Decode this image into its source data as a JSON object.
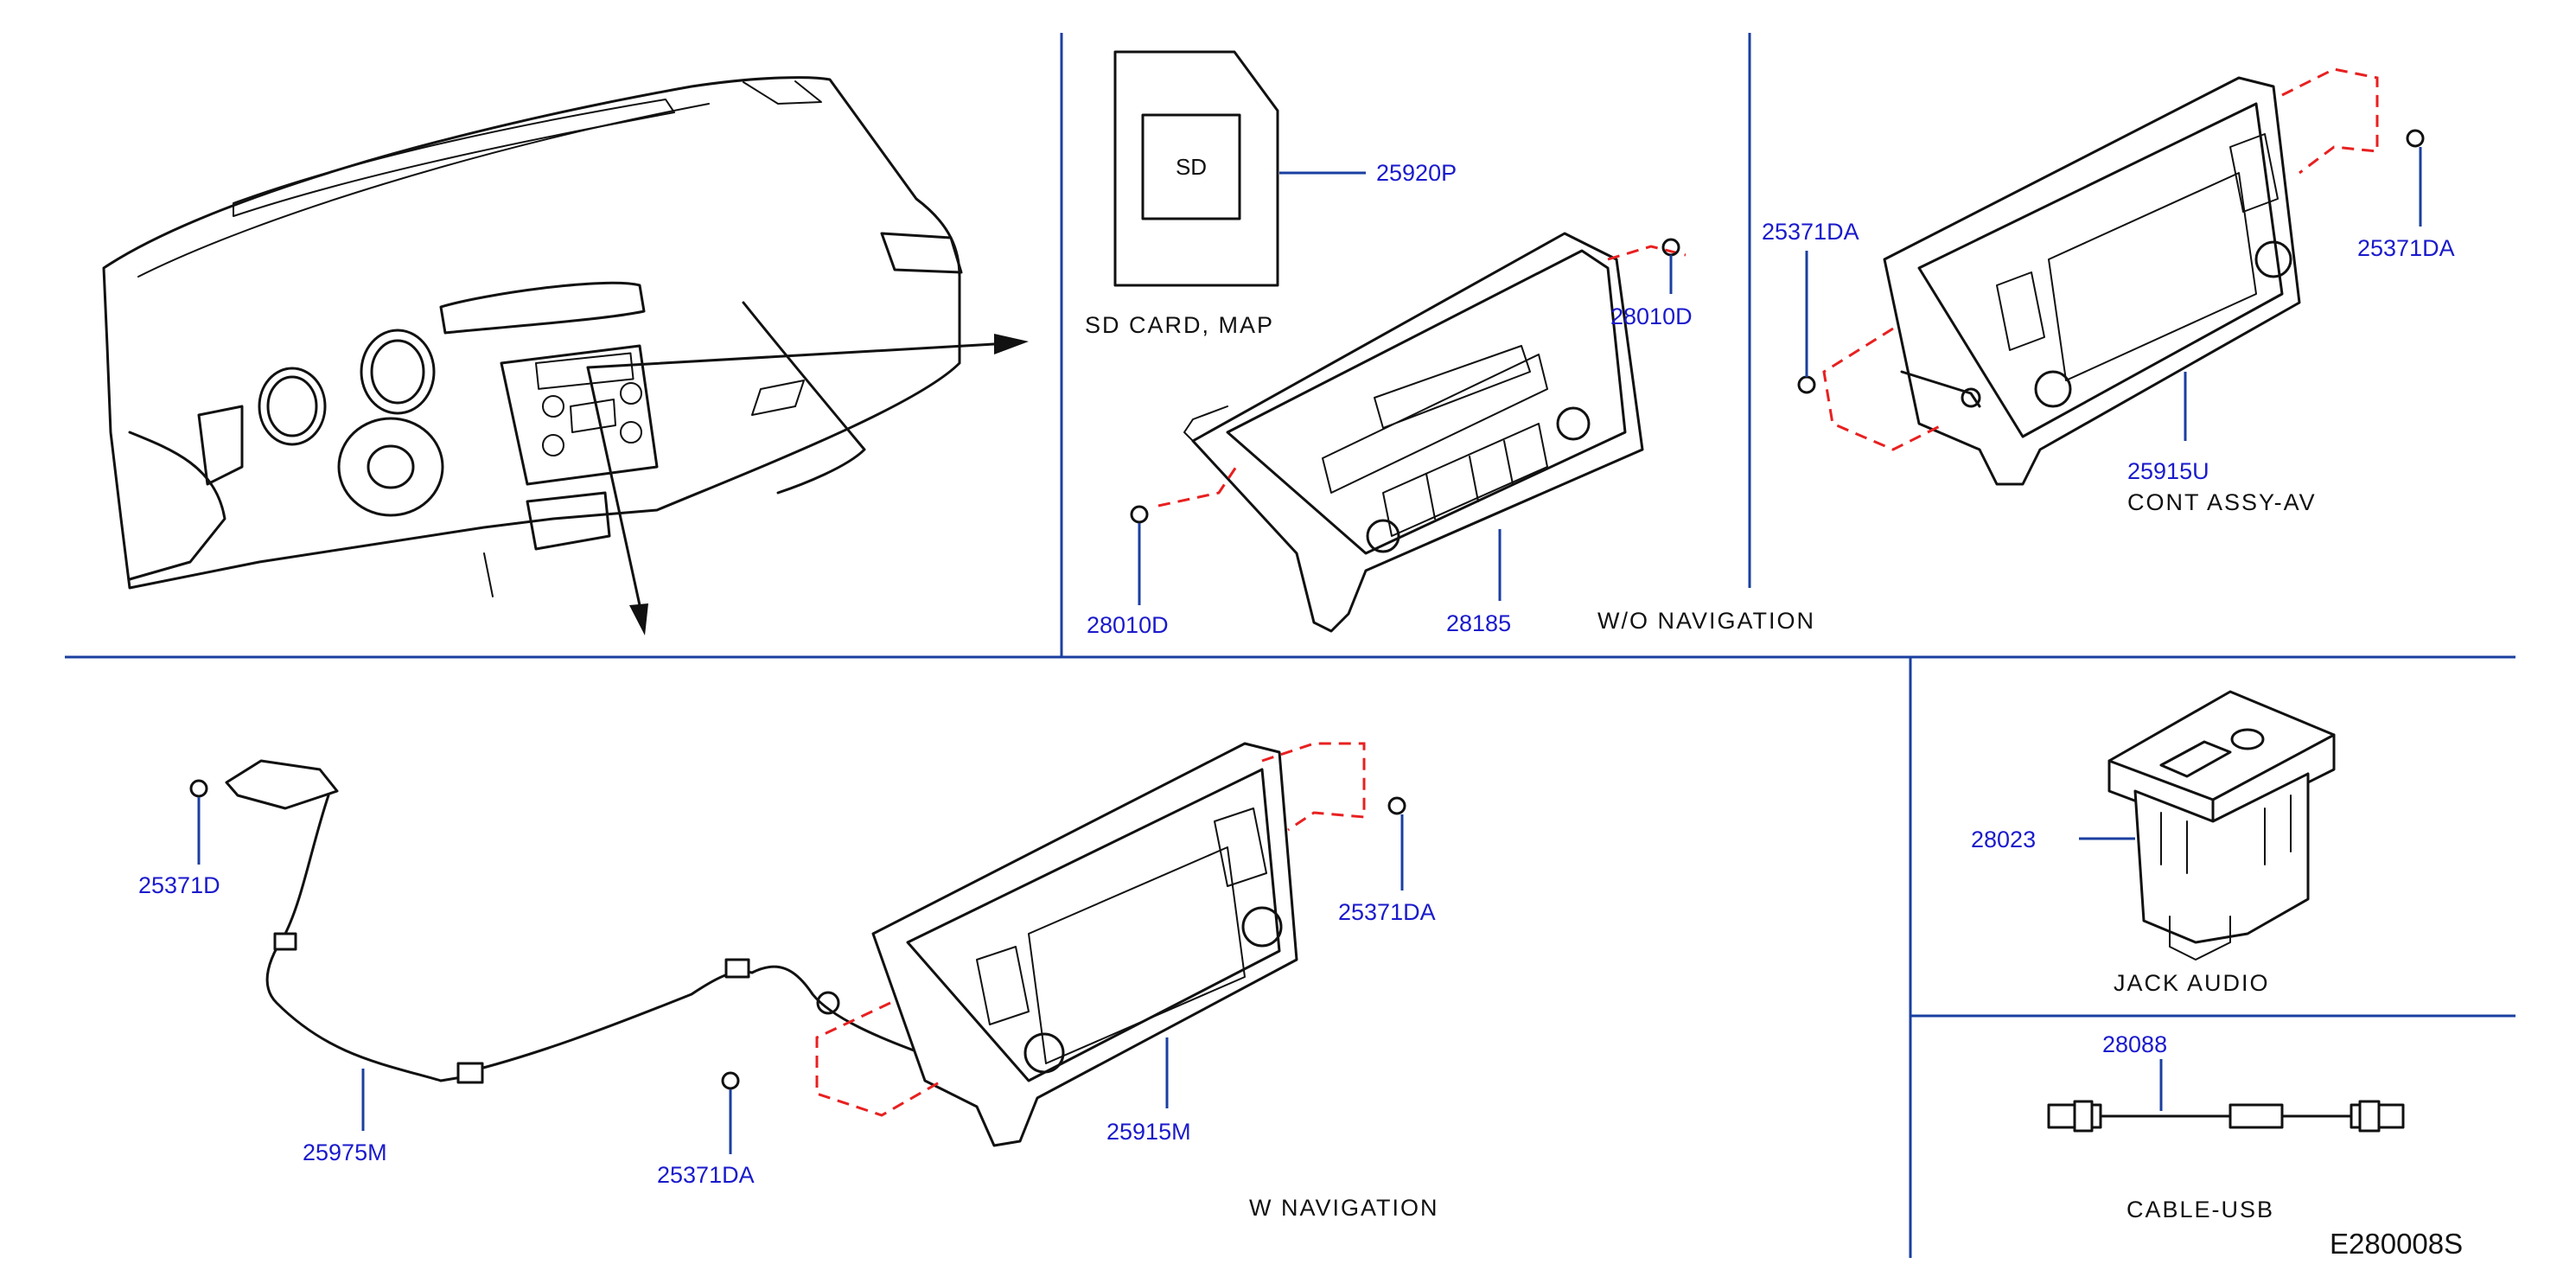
{
  "diagram": {
    "code": "E280008S",
    "sd_card_text": "SD",
    "captions": {
      "sd_card_map": "SD   CARD,   MAP",
      "wo_navigation": "W/O   NAVIGATION",
      "w_navigation": "W   NAVIGATION",
      "jack_audio": "JACK   AUDIO",
      "cable_usb": "CABLE-USB",
      "cont_assy_av": "CONT   ASSY-AV"
    },
    "parts": {
      "p25920P": "25920P",
      "p28010D_top": "28010D",
      "p28010D_bottom": "28010D",
      "p28185": "28185",
      "p25371DA_left": "25371DA",
      "p25371DA_right": "25371DA",
      "p25915U": "25915U",
      "p25371D": "25371D",
      "p25975M": "25975M",
      "p25371DA_lower": "25371DA",
      "p25371DA_lower_right": "25371DA",
      "p25915M": "25915M",
      "p28023": "28023",
      "p28088": "28088"
    },
    "colors": {
      "label_blue": "#1a1acc",
      "leader_blue": "#1a3fa0",
      "dash_red": "#e82020",
      "line_black": "#111111"
    }
  }
}
